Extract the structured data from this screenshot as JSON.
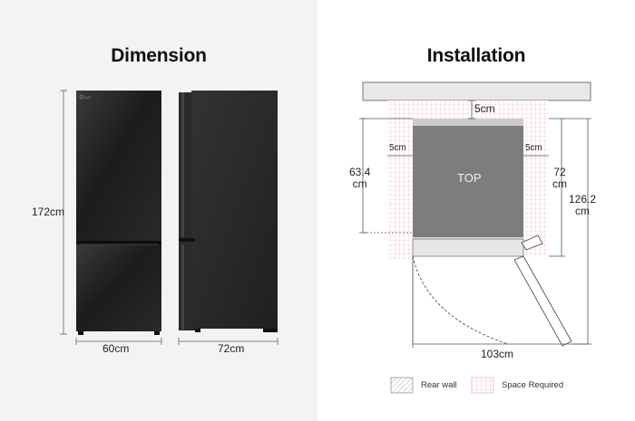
{
  "left_panel": {
    "title": "Dimension",
    "height_label": "172cm",
    "front_width_label": "60cm",
    "side_depth_label": "72cm",
    "colors": {
      "background": "#f3f3f3",
      "fridge_body": "#1e1e1e",
      "dimension_line": "#555555"
    }
  },
  "right_panel": {
    "title": "Installation",
    "top_gap_label": "5cm",
    "left_gap_label": "5cm",
    "right_gap_label": "5cm",
    "depth_label_line1": "63.4",
    "depth_label_line2": "cm",
    "body_depth_line1": "72",
    "body_depth_line2": "cm",
    "door_open_depth_line1": "126.2",
    "door_open_depth_line2": "cm",
    "total_width_label": "103cm",
    "top_label": "TOP",
    "legend": {
      "rear_wall_label": "Rear wall",
      "space_required_label": "Space Required"
    },
    "colors": {
      "fridge_top": "#7d7d7d",
      "space_required": "#e8a4c8",
      "rear_wall": "#e6e6e6"
    }
  },
  "icons": [
    "lg-logo-icon",
    "rear-wall-hatch-icon",
    "space-required-grid-icon"
  ]
}
